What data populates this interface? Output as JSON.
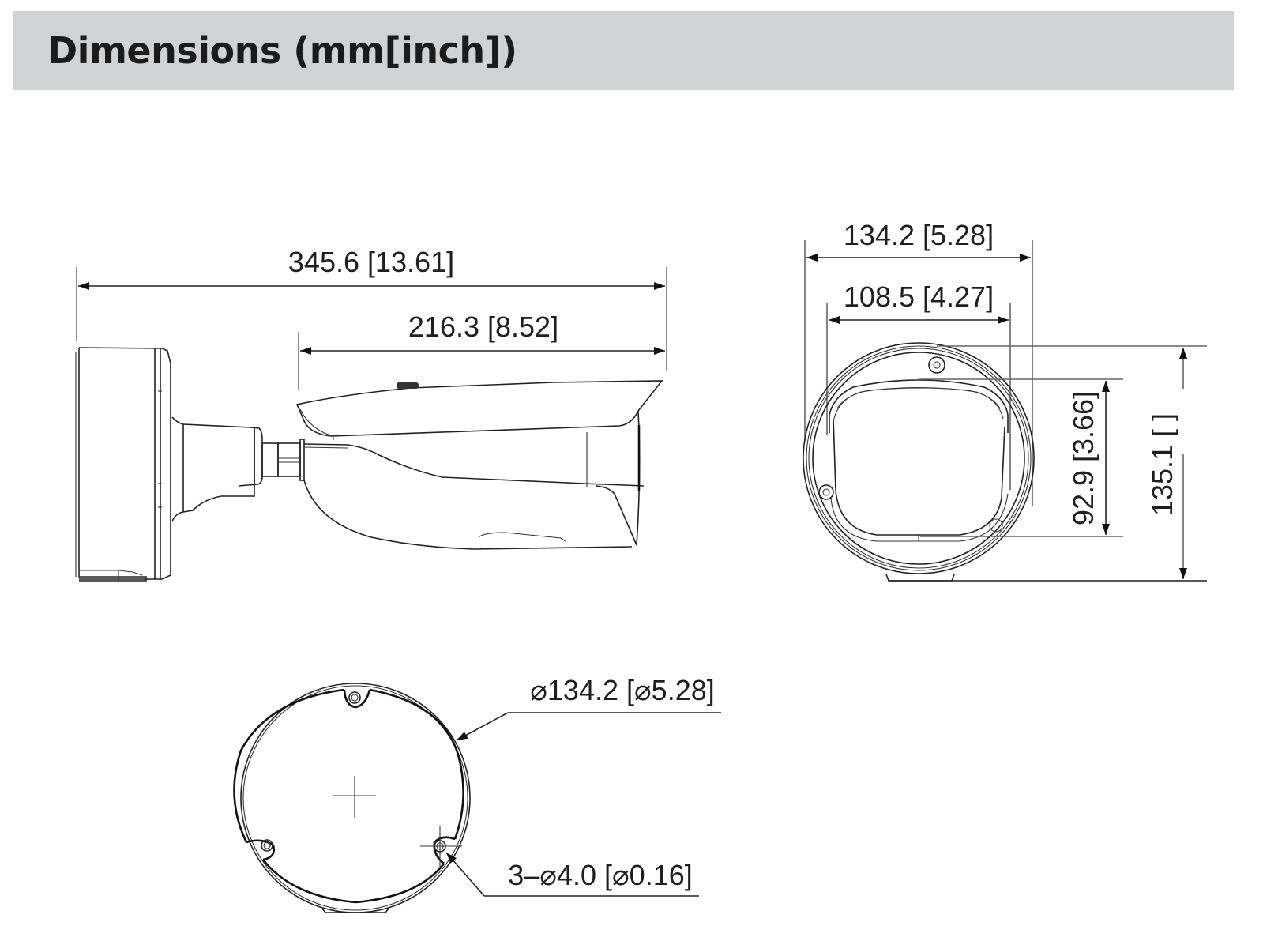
{
  "header": {
    "title": "Dimensions (mm[inch])",
    "band_color": "#d1d2d4"
  },
  "side_view": {
    "overall_length": "345.6 [13.61]",
    "body_length": "216.3 [8.52]"
  },
  "front_view": {
    "overall_width": "134.2 [5.28]",
    "window_width": "108.5 [4.27]",
    "window_height": "92.9 [3.66]",
    "overall_height": "135.1 [          ]"
  },
  "bottom_view": {
    "base_diameter": "⌀134.2 [⌀5.28]",
    "mount_holes": "3–⌀4.0 [⌀0.16]"
  }
}
